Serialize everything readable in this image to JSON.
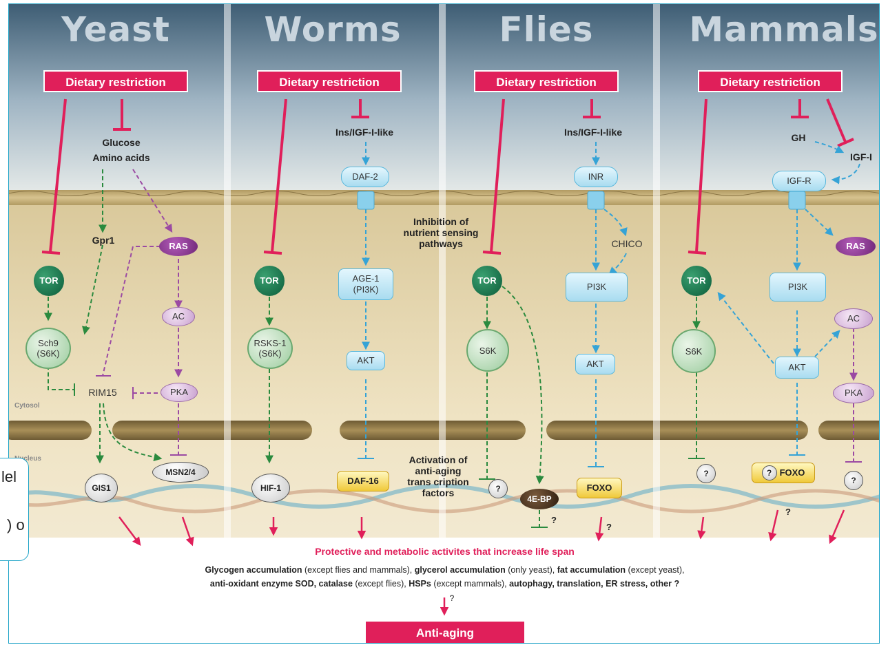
{
  "columns": [
    "Yeast",
    "Worms",
    "Flies",
    "Mammals"
  ],
  "dietary_restriction": "Dietary restriction",
  "yeast": {
    "glucose": "Glucose",
    "amino_acids": "Amino acids",
    "gpr1": "Gpr1",
    "ras": "RAS",
    "tor": "TOR",
    "ac": "AC",
    "sch9": "Sch9",
    "s6k": "(S6K)",
    "rim15": "RIM15",
    "pka": "PKA",
    "gis1": "GIS1",
    "msn": "MSN2/4",
    "cytosol": "Cytosol",
    "nucleus": "Nucleus"
  },
  "worms": {
    "ins": "Ins/IGF-I-like",
    "daf2": "DAF-2",
    "tor": "TOR",
    "age1": "AGE-1",
    "pi3k": "(PI3K)",
    "rsks1": "RSKS-1",
    "s6k": "(S6K)",
    "akt": "AKT",
    "hif1": "HIF-1",
    "daf16": "DAF-16"
  },
  "flies": {
    "ins": "Ins/IGF-I-like",
    "inr": "INR",
    "chico": "CHICO",
    "tor": "TOR",
    "pi3k": "PI3K",
    "s6k": "S6K",
    "akt": "AKT",
    "q": "?",
    "ebp": "4E-BP",
    "foxo": "FOXO",
    "q2": "?",
    "q3": "?"
  },
  "mammals": {
    "gh": "GH",
    "igf1": "IGF-I",
    "igfr": "IGF-R",
    "ras": "RAS",
    "tor": "TOR",
    "pi3k": "PI3K",
    "ac": "AC",
    "s6k": "S6K",
    "akt": "AKT",
    "pka": "PKA",
    "q1": "?",
    "q2": "?",
    "foxo": "FOXO",
    "q3": "?",
    "q4": "?"
  },
  "notes": {
    "inhibition": [
      "Inhibition of",
      "nutrient sensing",
      "pathways"
    ],
    "activation": [
      "Activation of",
      "anti-aging",
      "trans cription",
      "factors"
    ]
  },
  "protective": "Protective and metabolic activites that increase life span",
  "desc_line1": [
    {
      "t": "Glycogen accumulation",
      "b": true
    },
    {
      "t": " (except flies and mammals), ",
      "b": false
    },
    {
      "t": "glycerol accumulation",
      "b": true
    },
    {
      "t": " (only yeast), ",
      "b": false
    },
    {
      "t": "fat accumulation",
      "b": true
    },
    {
      "t": " (except yeast),",
      "b": false
    }
  ],
  "desc_line2": [
    {
      "t": "anti-oxidant enzyme SOD, catalase",
      "b": true
    },
    {
      "t": " (except flies), ",
      "b": false
    },
    {
      "t": "HSPs",
      "b": true
    },
    {
      "t": " (except mammals), ",
      "b": false
    },
    {
      "t": "autophagy, translation, ER stress, other ?",
      "b": true
    }
  ],
  "q_final": "?",
  "anti_aging": "Anti-aging",
  "callout": {
    "line1": "lel",
    "line2": ") o"
  },
  "colors": {
    "red": "#e01f5a",
    "green": "#2a8a3e",
    "blue": "#35a3d6",
    "purple": "#9b4aa3",
    "frame": "#1ea3c7"
  }
}
